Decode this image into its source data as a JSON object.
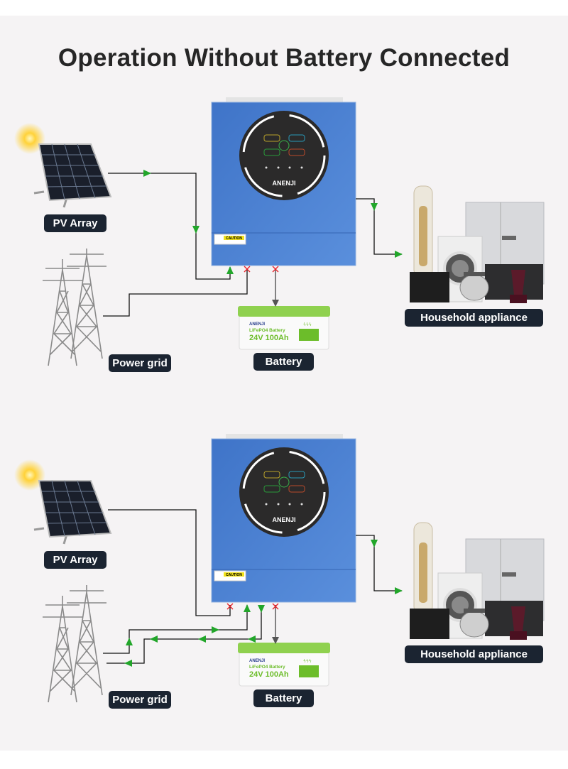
{
  "title": "Operation Without Battery Connected",
  "labels": {
    "pv_array": "PV Array",
    "power_grid": "Power grid",
    "battery": "Battery",
    "household": "Household appliance"
  },
  "battery_product": {
    "brand": "ANENJI",
    "type": "LiFePO4 Battery",
    "rating": "24V 100Ah"
  },
  "inverter_brand": "ANENJI",
  "caution_label": "CAUTION",
  "colors": {
    "flow_arrow": "#22a62a",
    "blocked_mark": "#e8232a",
    "inverter": "#4a80d2",
    "label_bg": "#1b2431",
    "battery_top": "#8fd14f"
  },
  "scenes": [
    {
      "flows": [
        "pv-to-inverter",
        "inverter-to-household"
      ],
      "blocked": [
        "grid-input",
        "battery"
      ]
    },
    {
      "flows": [
        "grid-to-inverter",
        "inverter-to-grid",
        "inverter-to-household"
      ],
      "blocked": [
        "pv-input",
        "battery"
      ]
    }
  ]
}
